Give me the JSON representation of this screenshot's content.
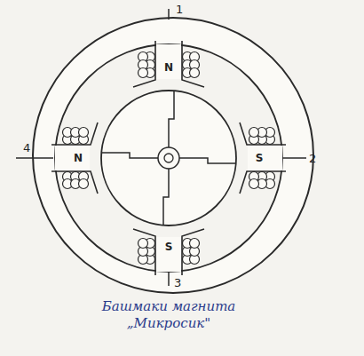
{
  "diagram": {
    "caption": "Башмаки магнита „Микросик\"",
    "labels": [
      "1",
      "2",
      "3",
      "4",
      "N",
      "S",
      "S",
      "N"
    ]
  }
}
